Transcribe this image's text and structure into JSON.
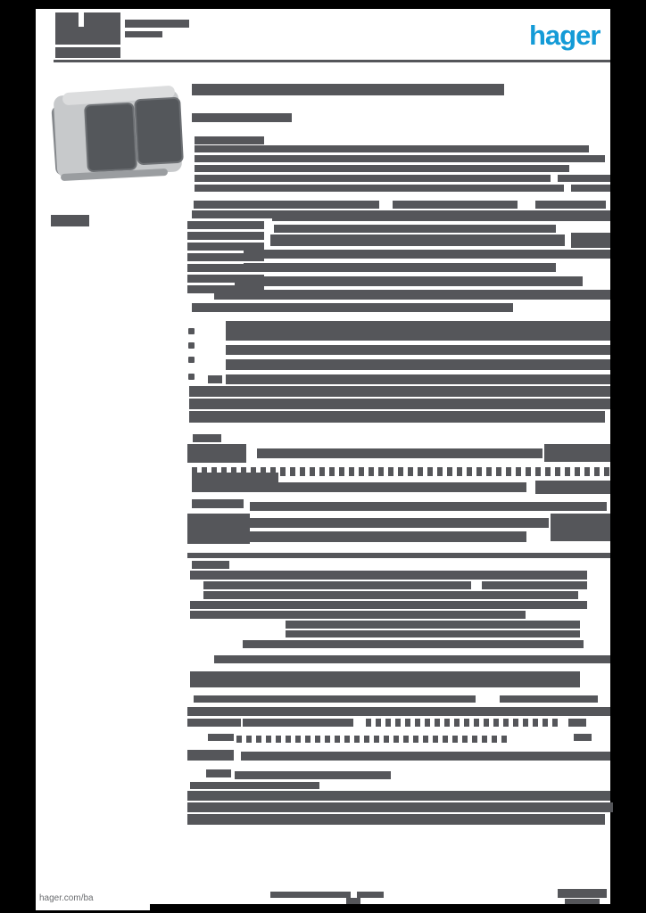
{
  "brand": {
    "logo_text": "hager"
  },
  "footer": {
    "website": "hager.com/ba"
  },
  "colors": {
    "brand_blue": "#149bd7",
    "text_bar": "#55565a",
    "page_bg": "#ffffff",
    "canvas_bg": "#000000",
    "photo_frame": "#c7c9cb",
    "photo_flap": "#54575b"
  },
  "redacted": {
    "note": "Datasheet body text is below legible resolution; lines are recorded as placeholder bars [top,left,width,height,style]",
    "lines": [
      [
        22,
        140,
        72,
        9
      ],
      [
        35,
        140,
        42,
        7
      ],
      [
        94,
        215,
        350,
        13
      ],
      [
        127,
        215,
        112,
        10
      ],
      [
        153,
        218,
        78,
        9
      ],
      [
        163,
        218,
        442,
        8
      ],
      [
        174,
        218,
        460,
        8
      ],
      [
        185,
        218,
        420,
        8
      ],
      [
        196,
        218,
        399,
        8
      ],
      [
        196,
        625,
        59,
        8
      ],
      [
        207,
        218,
        414,
        8
      ],
      [
        207,
        640,
        44,
        8
      ],
      [
        225,
        217,
        208,
        9
      ],
      [
        225,
        440,
        140,
        9
      ],
      [
        225,
        600,
        79,
        9
      ],
      [
        236,
        215,
        469,
        9
      ],
      [
        248,
        210,
        86,
        9
      ],
      [
        260,
        210,
        86,
        9
      ],
      [
        272,
        210,
        86,
        9
      ],
      [
        284,
        210,
        86,
        9
      ],
      [
        296,
        210,
        86,
        9
      ],
      [
        308,
        210,
        86,
        9
      ],
      [
        320,
        210,
        86,
        9
      ],
      [
        240,
        305,
        379,
        8
      ],
      [
        252,
        307,
        316,
        9
      ],
      [
        263,
        303,
        330,
        13
      ],
      [
        261,
        640,
        44,
        17
      ],
      [
        280,
        273,
        411,
        10
      ],
      [
        295,
        273,
        350,
        10
      ],
      [
        310,
        263,
        390,
        11
      ],
      [
        325,
        240,
        444,
        11
      ],
      [
        340,
        215,
        360,
        10
      ],
      [
        368,
        211,
        7,
        7,
        "bullet"
      ],
      [
        384,
        211,
        7,
        7,
        "bullet"
      ],
      [
        400,
        211,
        7,
        7,
        "bullet"
      ],
      [
        419,
        211,
        7,
        7,
        "bullet"
      ],
      [
        360,
        253,
        431,
        22
      ],
      [
        387,
        253,
        431,
        11
      ],
      [
        403,
        253,
        431,
        12
      ],
      [
        420,
        253,
        431,
        11
      ],
      [
        421,
        233,
        16,
        9
      ],
      [
        433,
        212,
        472,
        12
      ],
      [
        447,
        212,
        472,
        12
      ],
      [
        461,
        212,
        466,
        13
      ],
      [
        487,
        216,
        32,
        9
      ],
      [
        498,
        210,
        66,
        21
      ],
      [
        503,
        288,
        320,
        11
      ],
      [
        498,
        610,
        74,
        20
      ],
      [
        524,
        215,
        469,
        10,
        "dotted"
      ],
      [
        530,
        215,
        97,
        22
      ],
      [
        541,
        280,
        310,
        11
      ],
      [
        539,
        600,
        84,
        15
      ],
      [
        560,
        215,
        58,
        10
      ],
      [
        563,
        280,
        400,
        10
      ],
      [
        576,
        210,
        70,
        34
      ],
      [
        581,
        263,
        352,
        11
      ],
      [
        576,
        617,
        67,
        31
      ],
      [
        596,
        215,
        375,
        12
      ],
      [
        620,
        210,
        474,
        6
      ],
      [
        629,
        215,
        42,
        9
      ],
      [
        640,
        213,
        445,
        10
      ],
      [
        652,
        228,
        300,
        9
      ],
      [
        652,
        540,
        118,
        9
      ],
      [
        663,
        228,
        420,
        9
      ],
      [
        674,
        213,
        445,
        9
      ],
      [
        685,
        213,
        376,
        9
      ],
      [
        696,
        320,
        330,
        9
      ],
      [
        707,
        320,
        330,
        8
      ],
      [
        718,
        272,
        382,
        9
      ],
      [
        735,
        240,
        444,
        9
      ],
      [
        753,
        213,
        437,
        18
      ],
      [
        780,
        217,
        316,
        8
      ],
      [
        780,
        560,
        110,
        8
      ],
      [
        793,
        210,
        474,
        10
      ],
      [
        806,
        210,
        60,
        9
      ],
      [
        806,
        272,
        124,
        9
      ],
      [
        806,
        410,
        220,
        9,
        "dotted"
      ],
      [
        806,
        637,
        20,
        9
      ],
      [
        823,
        233,
        29,
        8
      ],
      [
        825,
        265,
        305,
        8,
        "dotted"
      ],
      [
        823,
        643,
        20,
        8
      ],
      [
        841,
        210,
        52,
        12
      ],
      [
        843,
        270,
        414,
        10
      ],
      [
        863,
        231,
        28,
        9
      ],
      [
        865,
        263,
        175,
        9
      ],
      [
        877,
        213,
        145,
        8
      ],
      [
        887,
        210,
        474,
        11
      ],
      [
        900,
        210,
        477,
        11
      ],
      [
        913,
        210,
        468,
        12
      ],
      [
        1000,
        303,
        90,
        7
      ],
      [
        1000,
        400,
        30,
        7
      ],
      [
        1007,
        388,
        16,
        7
      ],
      [
        997,
        625,
        55,
        10
      ],
      [
        1008,
        633,
        39,
        6
      ],
      [
        241,
        57,
        43,
        13
      ]
    ]
  }
}
